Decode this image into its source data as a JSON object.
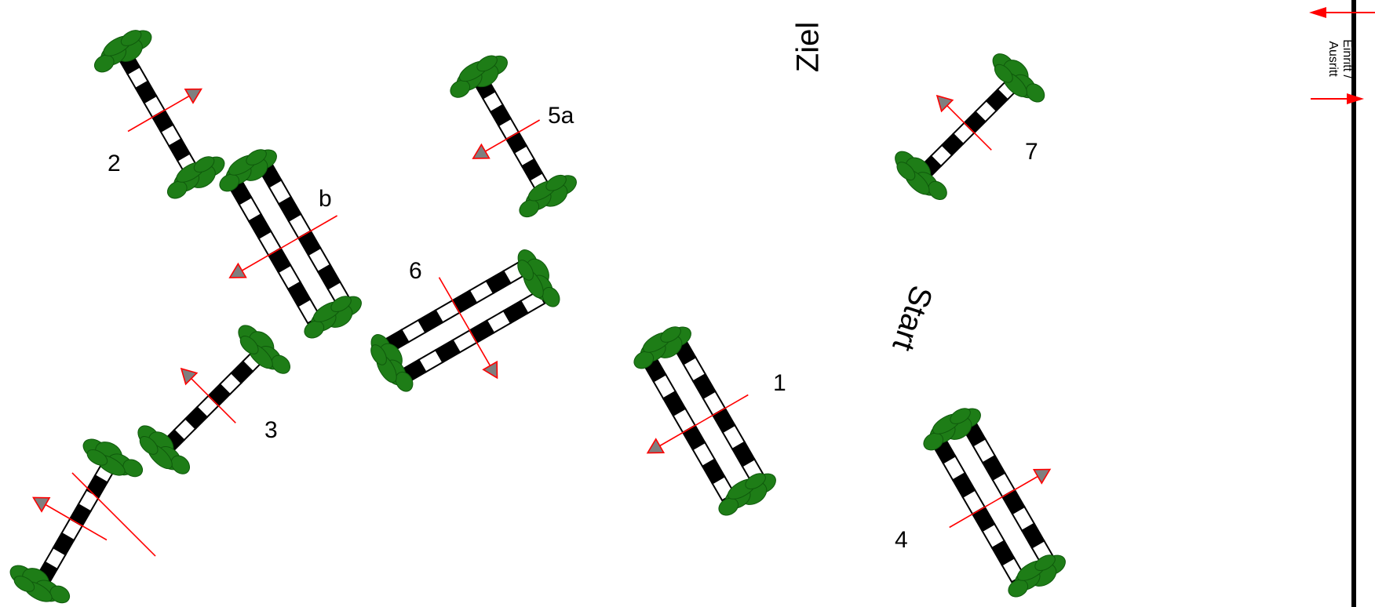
{
  "course": {
    "labels": {
      "finish": "Ziel",
      "start": "Start",
      "gate_line1": "Einritt /",
      "gate_line2": "Ausritt"
    },
    "obstacles": [
      {
        "number": "1",
        "type": "oxer"
      },
      {
        "number": "2",
        "type": "vertical"
      },
      {
        "number": "b",
        "type": "oxer"
      },
      {
        "number": "3",
        "type": "vertical"
      },
      {
        "number": "4",
        "type": "oxer"
      },
      {
        "number": "5a",
        "type": "vertical"
      },
      {
        "number": "6",
        "type": "oxer"
      },
      {
        "number": "7",
        "type": "vertical"
      },
      {
        "number": "",
        "type": "vertical"
      }
    ],
    "colors": {
      "pole_dark": "#000000",
      "pole_light": "#ffffff",
      "bush": "#1e7d17",
      "bush_outline": "#0f5a0c",
      "direction_line": "#ff0000",
      "arrow_fill": "#7f7f7f",
      "arena_border": "#000000"
    }
  }
}
